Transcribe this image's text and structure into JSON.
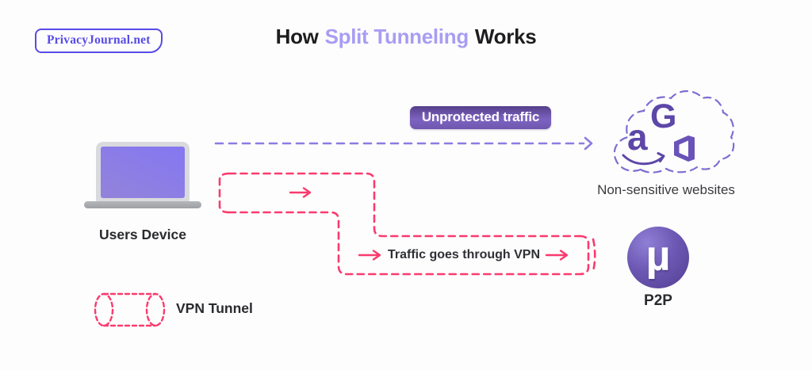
{
  "colors": {
    "accent_purple": "#584be6",
    "title_highlight": "#a89df3",
    "arrow_purple": "#8b7ce2",
    "tunnel_pink": "#fb3a6e",
    "badge_purple": "#6f56ae",
    "icon_purple": "#5d47a8",
    "laptop_screen_purple": "#8c7de6",
    "text_dark": "#2a2b2f"
  },
  "logo": {
    "text": "PrivacyJournal.net"
  },
  "title": {
    "prefix": "How",
    "highlight": "Split Tunneling",
    "suffix": "Works"
  },
  "device": {
    "label": "Users Device",
    "icon": "laptop-icon"
  },
  "unprotected_flow": {
    "badge_label": "Unprotected traffic",
    "destination_label": "Non-sensitive websites",
    "destination_icons": [
      "amazon-icon",
      "google-icon",
      "office-icon"
    ],
    "amazon_glyph": "a",
    "google_glyph": "G"
  },
  "vpn_flow": {
    "label": "Traffic goes through VPN",
    "destination_label": "P2P",
    "destination_icon": "utorrent-icon",
    "utorrent_glyph": "µ"
  },
  "legend": {
    "label": "VPN Tunnel",
    "icon": "vpn-tunnel-icon"
  }
}
